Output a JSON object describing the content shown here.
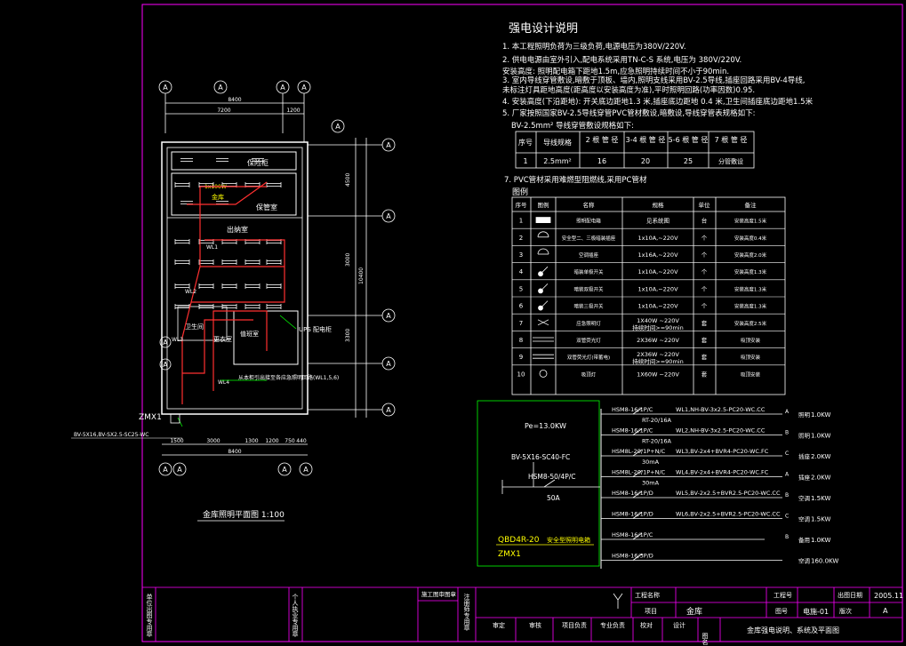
{
  "design_notes": {
    "title": "强电设计说明",
    "items": [
      "1. 本工程照明负荷为三级负荷,电源电压为380V/220V.",
      "2. 供电电源由室外引入,配电系统采用TN-C-S 系统,电压为 380V/220V.",
      "   安装高度: 照明配电箱下距地1.5m,应急照明持续时间不小于90min.",
      "3. 室内导线穿管敷设,暗敷于顶板、墙内,照明支线采用BV-2.5导线,插座回路采用BV-4导线,",
      "   未标注灯具距地高度(距高度以安装高度为准),平时照明回路(功率因数)0.95.",
      "4. 安装高度(下沿距地): 开关底边距地1.3 米,插座底边距地 0.4 米,卫生间插座底边距地1.5米",
      "5. 厂家按照国家BV-2.5导线穿管PVC管材敷设,暗敷设,导线穿管表规格如下:"
    ],
    "pipe_table_caption": "BV-2.5mm² 导线穿管敷设规格如下:",
    "item7": "7. PVC管材采用难燃型阻燃线,采用PC管材",
    "pipe_table": {
      "headers": [
        "序号",
        "导线规格",
        "2 根\n管 径",
        "3-4 根\n管 径",
        "5-6 根\n管 径",
        "7 根\n管 径"
      ],
      "rows": [
        [
          "1",
          "2.5mm²",
          "16",
          "20",
          "25",
          "分管敷设"
        ]
      ]
    },
    "legend_title": "图例",
    "legend_headers": [
      "序号",
      "图例",
      "名称",
      "规格",
      "单位",
      "备注"
    ],
    "legend_rows": [
      [
        "1",
        "照明配电箱",
        "见系统图",
        "台",
        "安装高度1.5米"
      ],
      [
        "2",
        "安全型二、三极暗装插座",
        "1x10A,~220V",
        "个",
        "安装高度0.4米"
      ],
      [
        "3",
        "空调插座",
        "1x16A,~220V",
        "个",
        "安装高度2.0米"
      ],
      [
        "4",
        "暗装单极开关",
        "1x10A,~220V",
        "个",
        "安装高度1.3米"
      ],
      [
        "5",
        "暗装双极开关",
        "1x10A,~220V",
        "个",
        "安装高度1.3米"
      ],
      [
        "6",
        "暗装三极开关",
        "1x10A,~220V",
        "个",
        "安装高度1.3米"
      ],
      [
        "7",
        "应急照明灯",
        "1X40W ~220V\n持续时间>=90min",
        "套",
        "安装高度2.5米"
      ],
      [
        "8",
        "双管荧光灯",
        "2X36W ~220V",
        "套",
        "吸顶安装"
      ],
      [
        "9",
        "双管荧光灯(带蓄电)",
        "2X36W ~220V\n持续时间>=90min",
        "套",
        "吸顶安装"
      ],
      [
        "10",
        "吸顶灯",
        "1X60W ~220V",
        "套",
        "吸顶安装"
      ]
    ]
  },
  "floor_plan": {
    "title": "金库照明平面图 1:100",
    "axis_label": "A",
    "rooms": [
      "保险柜",
      "保管室",
      "金库",
      "出纳室",
      "值班室",
      "卫生间",
      "更衣室"
    ],
    "dims_top_total": "8400",
    "dims_top": [
      "7200",
      "1200"
    ],
    "dims_bottom": [
      "1500",
      "3000",
      "1300",
      "1200",
      "750",
      "440"
    ],
    "dims_bottom_total": "8400",
    "dims_right": [
      "4500",
      "3000",
      "3300"
    ],
    "dims_right_total": "10400",
    "ups_label": "UPS 配电柜",
    "note_label": "从本柜引出接至各应急照明回路(WL1,5,6)",
    "cable_label": "BV-5X16,BV-SX2.5-SC25-WC",
    "box_label": "ZMX1",
    "wl_labels": [
      "WL3",
      "WL2",
      "WL1",
      "WL4"
    ],
    "annot_small": "1x100W"
  },
  "system_diagram": {
    "pe": "Pe=13.0KW",
    "incoming": "BV-5X16-SC40-FC",
    "main_breaker": "HSM8-50/4P/C",
    "main_current": "50A",
    "box_model": "QBD4R-20",
    "box_desc": "安全型照明电箱",
    "box_id": "ZMX1",
    "circuits": [
      {
        "breaker": "HSM8-16/1P/C",
        "relay": "RT-20/16A",
        "cable": "WL1,NH-BV-3x2.5-PC20-WC.CC",
        "phase": "A",
        "use": "照明",
        "power": "1.0KW"
      },
      {
        "breaker": "HSM8-16/1P/C",
        "relay": "RT-20/16A",
        "cable": "WL2,NH-BV-3x2.5-PC20-WC.CC",
        "phase": "B",
        "use": "照明",
        "power": "1.0KW"
      },
      {
        "breaker": "HSM8L-20/1P+N/C",
        "relay": "30mA",
        "cable": "WL3,BV-2x4+BVR4-PC20-WC.FC",
        "phase": "C",
        "use": "插座",
        "power": "2.0KW"
      },
      {
        "breaker": "HSM8L-20/1P+N/C",
        "relay": "30mA",
        "cable": "WL4,BV-2x4+BVR4-PC20-WC.FC",
        "phase": "A",
        "use": "插座",
        "power": "2.0KW"
      },
      {
        "breaker": "HSM8-16/1P/D",
        "relay": "",
        "cable": "WL5,BV-2x2.5+BVR2.5-PC20-WC.CC",
        "phase": "B",
        "use": "空调",
        "power": "1.5KW"
      },
      {
        "breaker": "HSM8-16/1P/D",
        "relay": "",
        "cable": "WL6,BV-2x2.5+BVR2.5-PC20-WC.CC",
        "phase": "C",
        "use": "空调",
        "power": "1.5KW"
      },
      {
        "breaker": "HSM8-16/1P/C",
        "relay": "",
        "cable": "",
        "phase": "B",
        "use": "备用",
        "power": "1.0KW"
      },
      {
        "breaker": "HSM8-16/3P/D",
        "relay": "",
        "cable": "",
        "phase": "",
        "use": "空调",
        "power": "160.0KW"
      }
    ]
  },
  "title_block": {
    "left_stamp": "单位出图专用章",
    "person_stamp": "个人执业专用章",
    "drawing_stamp": "施工图审图章",
    "registered_stamp": "注册师专用章",
    "project_name_label": "工程名称",
    "project_label": "项目",
    "project_value": "金库",
    "project_no_label": "工程号",
    "drawing_no_label": "图号",
    "drawing_no_value": "电施-01",
    "date_label": "出图日期",
    "date_value": "2005.11",
    "version_label": "版次",
    "version_value": "A",
    "roles": [
      "审定",
      "审核",
      "项目负责",
      "专业负责",
      "校对",
      "设计"
    ],
    "drawing_title_label": "图名",
    "drawing_title": "金库强电说明、系统及平面图"
  },
  "colors": {
    "cyan": "#00ffff",
    "yellow": "#ffff00",
    "red": "#ff3030",
    "green": "#00ff00",
    "magenta": "#ff00ff",
    "white": "#ffffff"
  }
}
